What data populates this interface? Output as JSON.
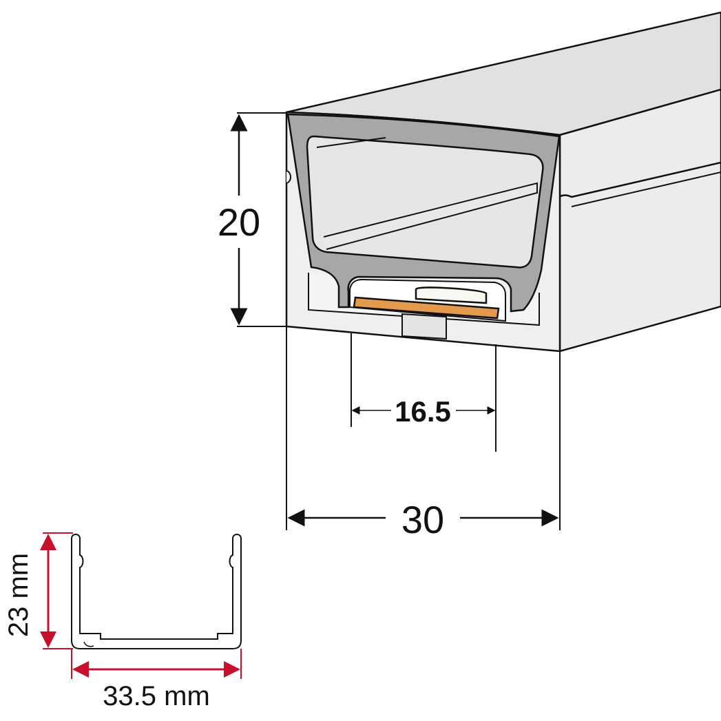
{
  "dimensions": {
    "height": "20",
    "width": "30",
    "inner_width": "16.5",
    "channel_height": "23 mm",
    "channel_width": "33.5 mm"
  },
  "colors": {
    "profile_face": "#a7a7a7",
    "profile_body": "#ececec",
    "profile_top": "#e1e1e1",
    "cavity": "#e9e9e9",
    "pcb_strip": "#e39a4c",
    "led_chip": "#f8f8f2",
    "outline": "#111111",
    "dimension_line": "#111111",
    "accent_dimension": "#c8102e"
  }
}
